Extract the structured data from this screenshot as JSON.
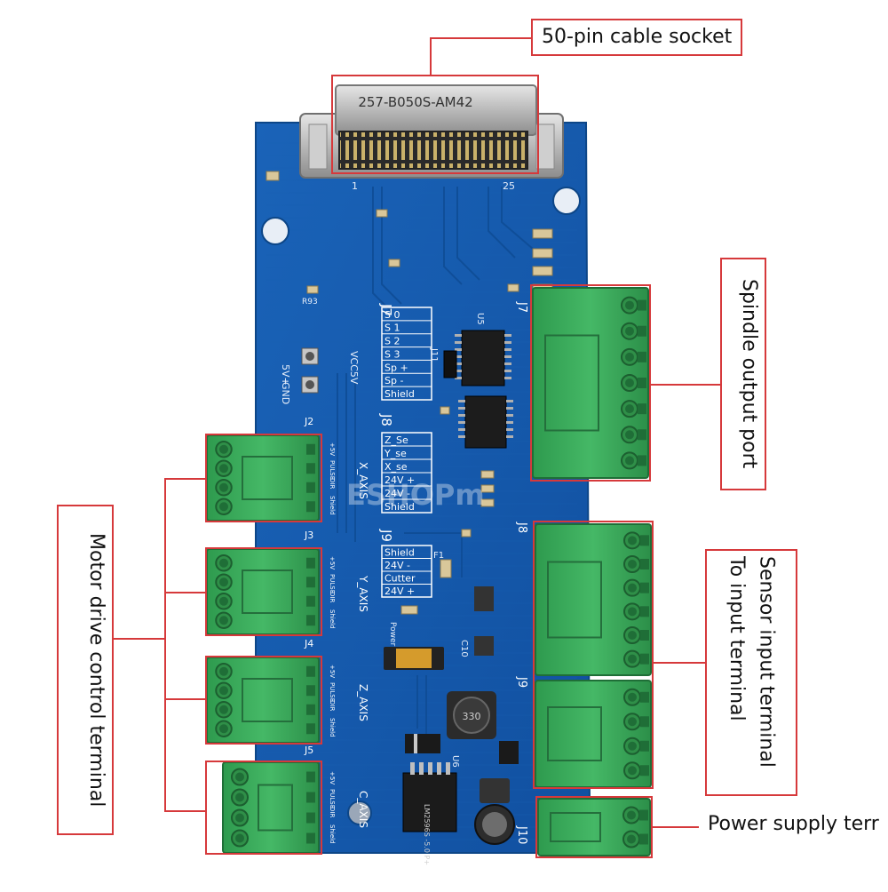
{
  "callouts": {
    "cable_socket": "50-pin cable socket",
    "spindle": "Spindle output port",
    "motor": "Motor drive control terminal",
    "sensor_line1": "Sensor input terminal",
    "sensor_line2": "To input terminal",
    "power": "Power supply terr"
  },
  "board": {
    "connector_part": "257-B050S-AM42",
    "pin_first": "1",
    "pin_last": "25",
    "watermark": "ESHOPm",
    "vcc": "VCC5V",
    "pad_5v": "5V+",
    "pad_gnd": "GND",
    "r93": "R93",
    "j7": {
      "name": "J7",
      "rows": [
        "S 0",
        "S 1",
        "S 2",
        "S 3",
        "Sp +",
        "Sp -",
        "Shield"
      ]
    },
    "j8": {
      "name": "J8",
      "rows": [
        "Z_Se",
        "Y_se",
        "X_se",
        "24V +",
        "24V -",
        "Shield"
      ]
    },
    "j9": {
      "name": "J9",
      "rows": [
        "Shield",
        "24V -",
        "Cutter",
        "24V +"
      ]
    },
    "axes": [
      "X_AXIS",
      "Y_AXIS",
      "Z_AXIS",
      "C_AXIS"
    ],
    "axis_headers": [
      "J2",
      "J3",
      "J4",
      "J5"
    ],
    "axis_pins": [
      "+5V",
      "PULSE",
      "DIR",
      "Shield"
    ],
    "right_headers": [
      "J7",
      "J8",
      "J9",
      "J10"
    ],
    "chip_u5": "U5",
    "chip_u6": "U6",
    "jumper_j11": "J11",
    "power_led": "Power LED",
    "reg_ic": "LM2596S -5.0 P+",
    "inductor": "330",
    "f1": "F1",
    "cap_c10": "C10",
    "colors": {
      "pcb": "#1559a8",
      "pcb_dark": "#0c3f7e",
      "terminal": "#3aa859",
      "callout_red": "#d6393b"
    }
  }
}
